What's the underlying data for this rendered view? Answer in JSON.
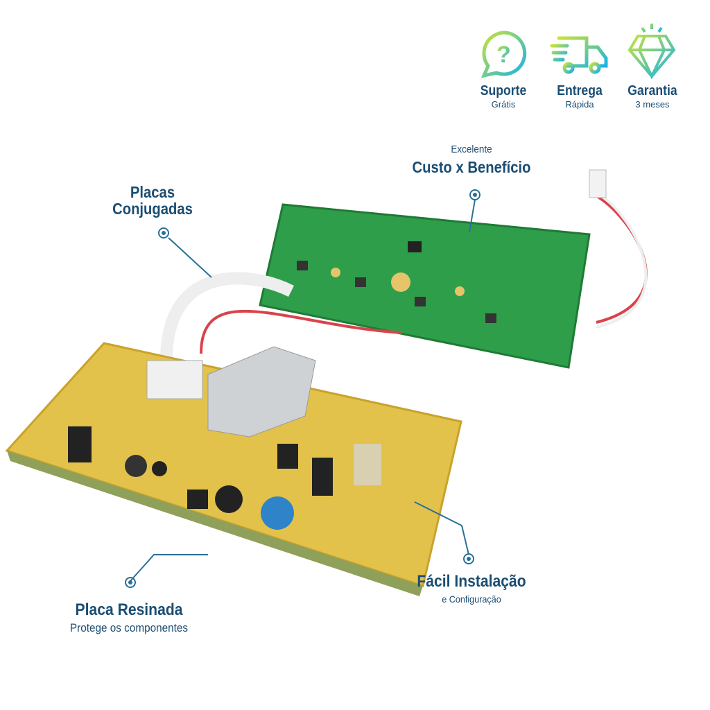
{
  "features": [
    {
      "icon": "question-bubble-icon",
      "title": "Suporte",
      "subtitle": "Grátis"
    },
    {
      "icon": "delivery-truck-icon",
      "title": "Entrega",
      "subtitle": "Rápida"
    },
    {
      "icon": "diamond-icon",
      "title": "Garantia",
      "subtitle": "3 meses"
    }
  ],
  "callouts": {
    "custo": {
      "pre": "Excelente",
      "title": "Custo x Benefício"
    },
    "placas": {
      "title_line1": "Placas",
      "title_line2": "Conjugadas"
    },
    "resinada": {
      "title": "Placa Resinada",
      "subtitle": "Protege os componentes"
    },
    "facil": {
      "title": "Fácil Instalação",
      "subtitle": "e Configuração"
    }
  },
  "colors": {
    "text": "#1b4d72",
    "line": "#2a6f96",
    "green_board": "#2f9e4a",
    "yellow_board": "#e2c24a"
  }
}
